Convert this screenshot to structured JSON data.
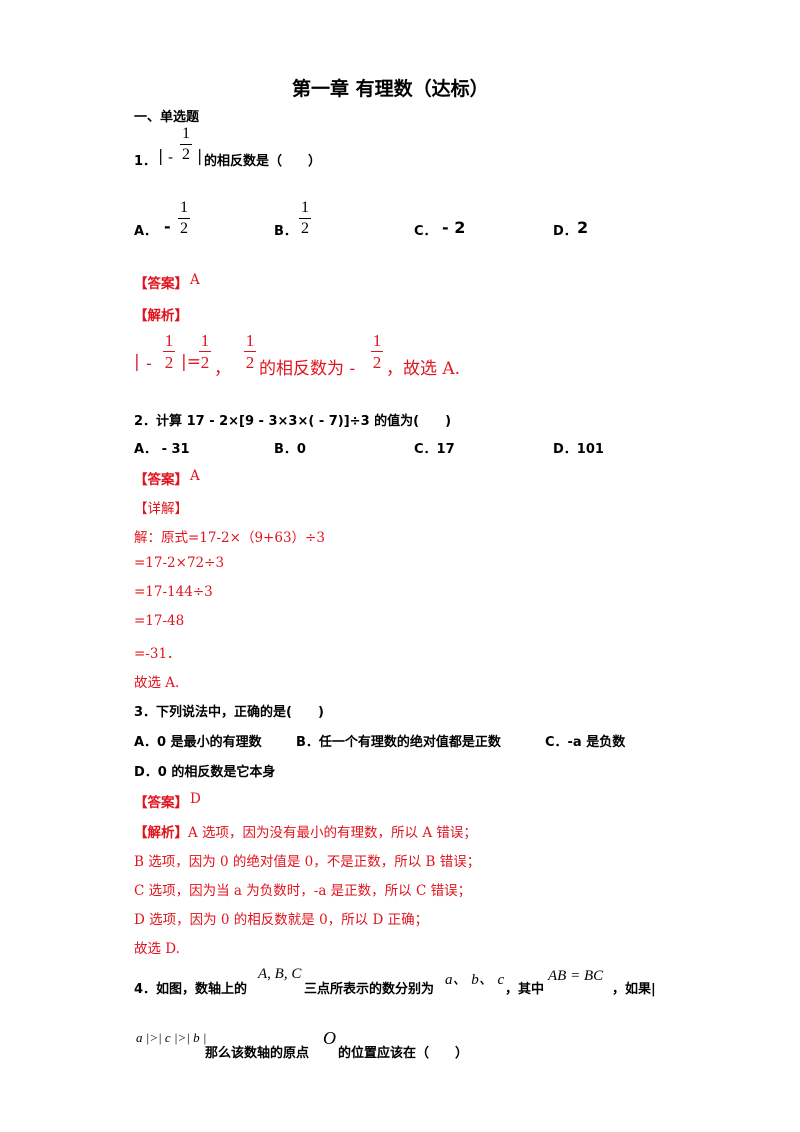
{
  "title": "第一章 有理数（达标）",
  "section": "一、单选题",
  "q1": {
    "prefix": "1．",
    "abs_open": "|",
    "minus": "-",
    "num": "1",
    "den": "2",
    "abs_close": "|",
    "stem": "的相反数是（　　）",
    "options": {
      "a_label": "A．",
      "a_sign": "-",
      "b_label": "B．",
      "c_label": "C．",
      "c_value": "- 2",
      "d_label": "D．",
      "d_value": "2"
    },
    "answer_tag": "【答案】",
    "answer": "A",
    "analysis_tag": "【解析】",
    "sol": {
      "abs_open": "|",
      "minus": "-",
      "abs_close_eq": "|=",
      "comma": "，",
      "text": "的相反数为 -",
      "end": "，故选 A."
    }
  },
  "q2": {
    "stem": "2．计算 17 - 2×[9 - 3×3×( - 7)]÷3 的值为(　　)",
    "options": [
      {
        "label": "A．",
        "value": "- 31"
      },
      {
        "label": "B．",
        "value": "0"
      },
      {
        "label": "C．",
        "value": "17"
      },
      {
        "label": "D．",
        "value": "101"
      }
    ],
    "answer_tag": "【答案】",
    "answer": "A",
    "detail_tag": "【详解】",
    "lines": [
      "解：原式=17-2×（9+63）÷3",
      "=17-2×72÷3",
      "=17-144÷3",
      "=17-48",
      "=-31．",
      "故选 A."
    ]
  },
  "q3": {
    "stem": "3．下列说法中，正确的是(　　)",
    "opt_a": "A．0 是最小的有理数",
    "opt_b": "B．任一个有理数的绝对值都是正数",
    "opt_c": "C．-a 是负数",
    "opt_d": "D．0 的相反数是它本身",
    "answer_tag": "【答案】",
    "answer": "D",
    "analysis_tag": "【解析】",
    "lines": [
      "A 选项，因为没有最小的有理数，所以 A 错误；",
      "B 选项，因为 0 的绝对值是 0，不是正数，所以 B 错误；",
      "C 选项，因为当 a 为负数时，-a 是正数，所以 C 错误；",
      "D 选项，因为 0 的相反数就是 0，所以 D 正确；",
      "故选 D."
    ]
  },
  "q4": {
    "part1": "4．如图，数轴上的",
    "points": "A, B, C",
    "part2": "三点所表示的数分别为",
    "values": "a、 b、 c",
    "part3": "，其中",
    "condition": "AB = BC",
    "part4": "，如果|",
    "abs_expr": "a |>| c |>| b |",
    "part5": "那么该数轴的原点",
    "origin": "O",
    "part6": "的位置应该在（　　）"
  }
}
